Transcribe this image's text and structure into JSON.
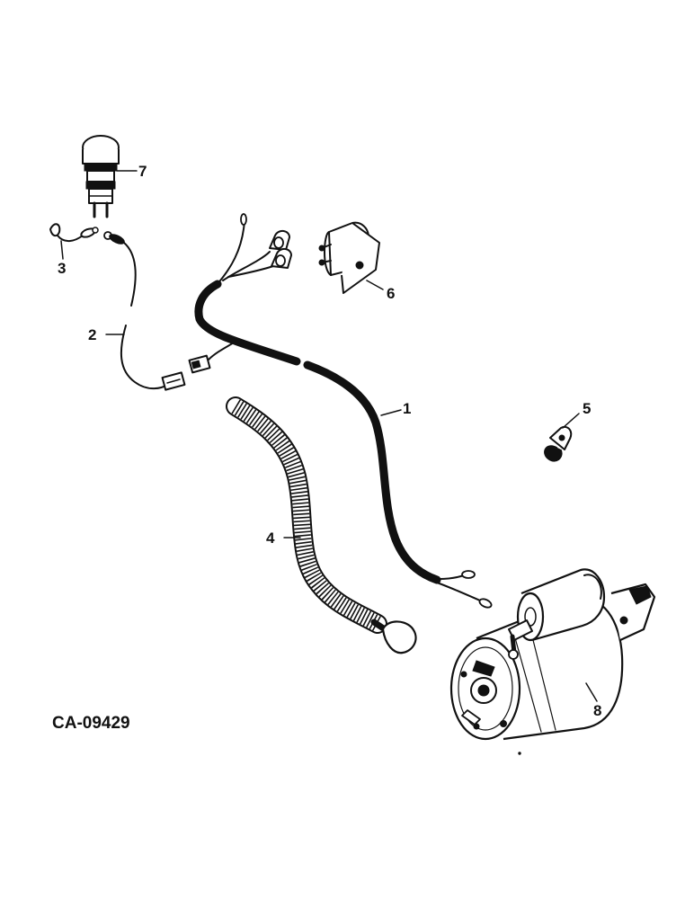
{
  "diagram": {
    "drawing_code": "CA-09429",
    "callouts": [
      {
        "id": "1",
        "label": "1"
      },
      {
        "id": "2",
        "label": "2"
      },
      {
        "id": "3",
        "label": "3"
      },
      {
        "id": "4",
        "label": "4"
      },
      {
        "id": "5",
        "label": "5"
      },
      {
        "id": "6",
        "label": "6"
      },
      {
        "id": "7",
        "label": "7"
      },
      {
        "id": "8",
        "label": "8"
      }
    ]
  }
}
